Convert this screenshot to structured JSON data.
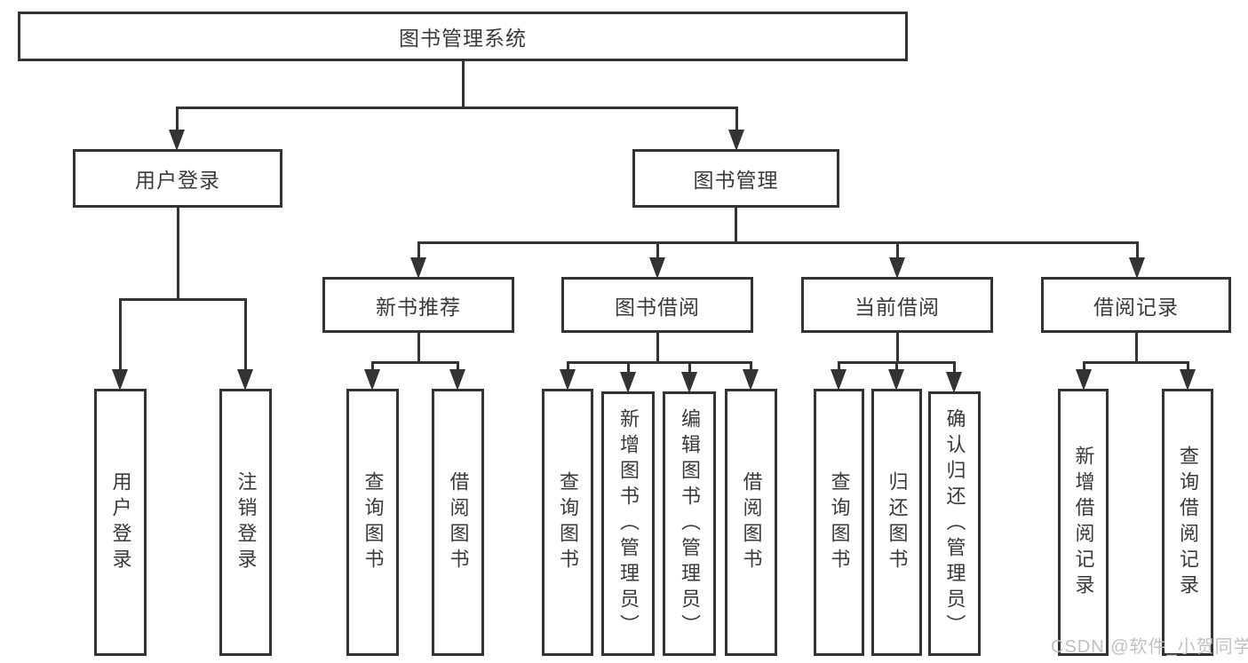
{
  "diagram": {
    "title": "图书管理系统",
    "level2": [
      {
        "label": "用户登录"
      },
      {
        "label": "图书管理"
      }
    ],
    "level3": [
      {
        "label": "新书推荐"
      },
      {
        "label": "图书借阅"
      },
      {
        "label": "当前借阅"
      },
      {
        "label": "借阅记录"
      }
    ],
    "leaves": {
      "user_login": [
        "用户登录",
        "注销登录"
      ],
      "new_book": [
        "查询图书",
        "借阅图书"
      ],
      "book_borrow": [
        "查询图书",
        "新增图书（管理员）",
        "编辑图书（管理员）",
        "借阅图书"
      ],
      "current_borrow": [
        "查询图书",
        "归还图书",
        "确认归还（管理员）"
      ],
      "borrow_records": [
        "新增借阅记录",
        "查询借阅记录"
      ]
    }
  },
  "watermark": {
    "text": "CSDN @软件_小贺同学"
  },
  "colors": {
    "line": "#333333",
    "text": "#3a3a3a",
    "watermark": "#c0c0c0",
    "background": "#ffffff"
  }
}
